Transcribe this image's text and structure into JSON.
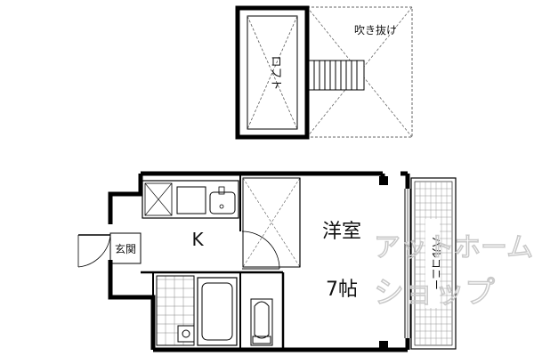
{
  "labels": {
    "loft": "ロフト",
    "fukinuke": "吹き抜け",
    "kitchen": "K",
    "entrance": "玄関",
    "western_room_name": "洋室",
    "western_room_size": "7帖",
    "balcony": "バルコニー"
  },
  "watermark": {
    "line1": "アットホーム",
    "line2": "ショップ"
  }
}
